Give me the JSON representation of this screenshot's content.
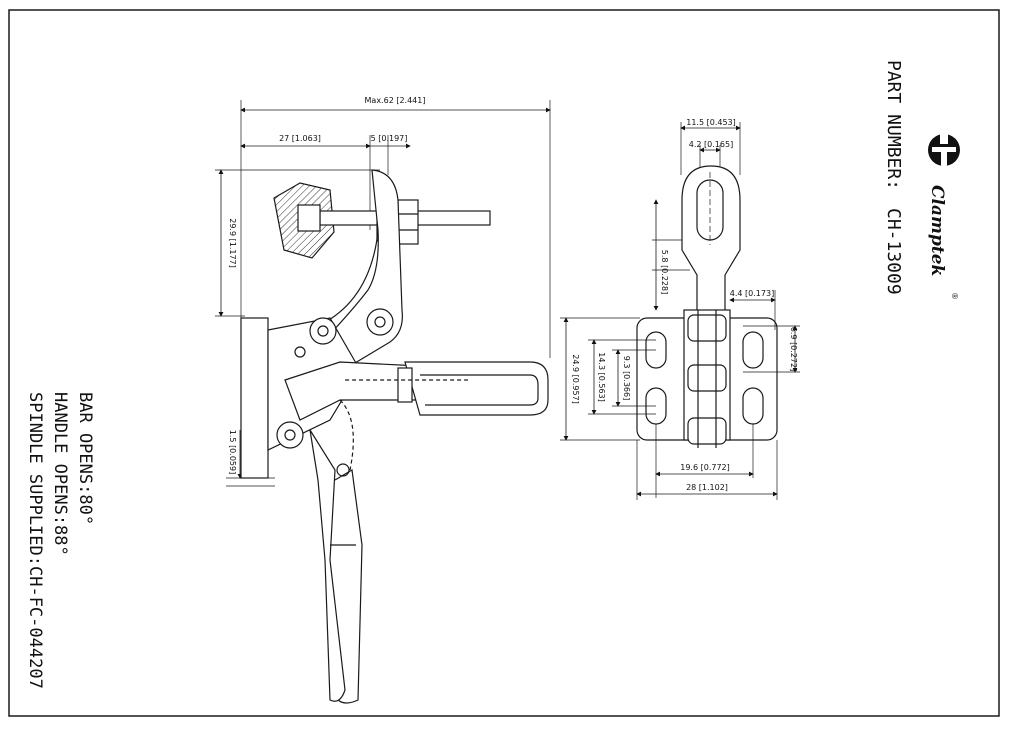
{
  "title_block": {
    "part_number_label": "PART NUMBER:",
    "part_number": "CH-13009",
    "brand": "Clamptek",
    "registered_mark": "®"
  },
  "notes": {
    "bar_opens": "BAR OPENS:80°",
    "handle_opens": "HANDLE OPENS:88°",
    "spindle_supplied": "SPINDLE SUPPLIED:CH-FC-044207"
  },
  "side_view_dims": {
    "overall_length": "Max.62 [2.441]",
    "spindle_offset": "27 [1.063]",
    "arm_width": "5 [0.197]",
    "height": "29.9 [1.177]",
    "base_thickness": "1.5 [0.059]"
  },
  "top_view_dims": {
    "arm_width": "11.5 [0.453]",
    "slot_width": "4.2 [0.165]",
    "slot_offset": "5.8 [0.228]",
    "hole_offset": "4.4 [0.173]",
    "slot_length": "6.9 [0.272]",
    "base_width": "24.9 [0.957]",
    "hole_span": "14.3 [0.563]",
    "hole_pitch": "9.3 [0.366]",
    "hole_spacing": "19.6 [0.772]",
    "base_length": "28 [1.102]"
  },
  "colors": {
    "line": "#1a1a1a",
    "paper": "#ffffff"
  }
}
